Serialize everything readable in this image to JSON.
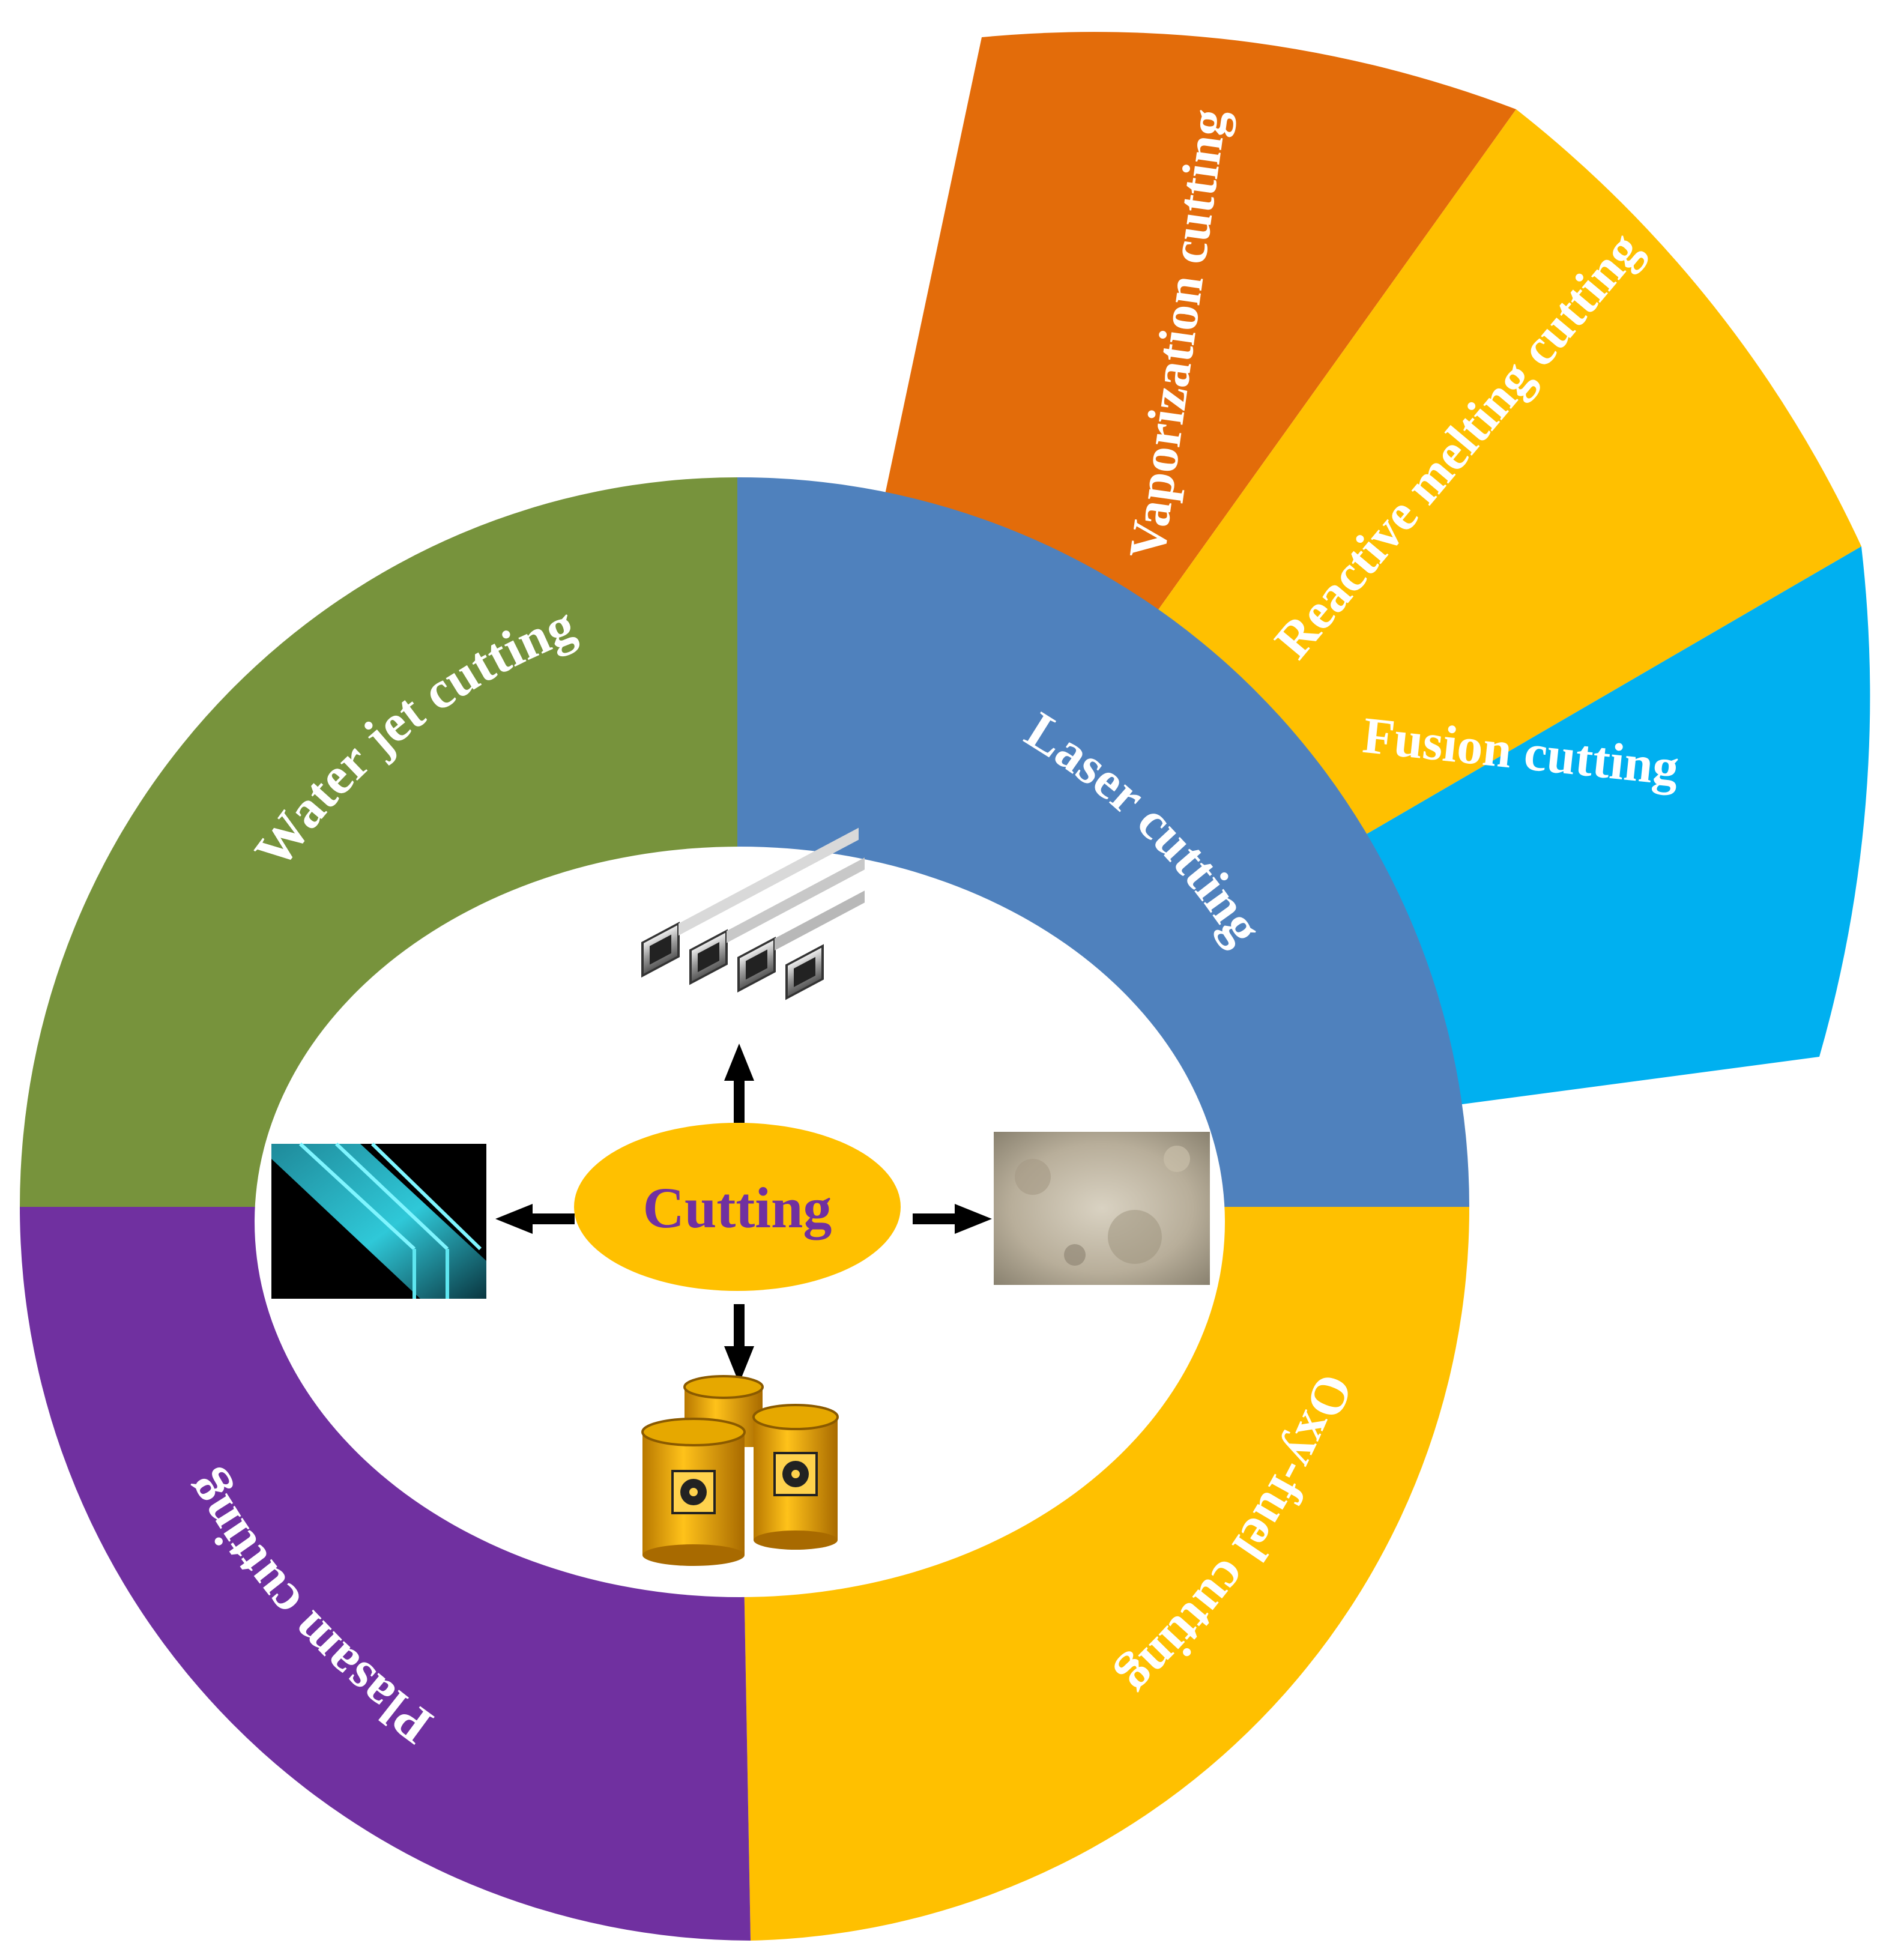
{
  "center": {
    "label": "Cutting",
    "fill": "#FFC000",
    "text_color": "#7030A0"
  },
  "ring": [
    {
      "key": "laser",
      "label": "Laser cutting",
      "color": "#4F81BD"
    },
    {
      "key": "oxyfuel",
      "label": "Oxy-fuel cutting",
      "color": "#FFC000"
    },
    {
      "key": "plasma",
      "label": "Plasam cutting",
      "color": "#7030A0"
    },
    {
      "key": "waterjet",
      "label": "Water jet cutting",
      "color": "#77933C"
    }
  ],
  "fan": [
    {
      "key": "vaporization",
      "label": "Vaporization cutting",
      "color": "#E36C0A"
    },
    {
      "key": "reactive_melting",
      "label": "Reactive melting cutting",
      "color": "#FFC000"
    },
    {
      "key": "fusion",
      "label": "Fusion cutting",
      "color": "#00B0F0"
    }
  ],
  "materials": [
    {
      "key": "metal_tubes",
      "icon": "metal-tubes-icon"
    },
    {
      "key": "concrete",
      "icon": "concrete-slab-icon"
    },
    {
      "key": "waste_drums",
      "icon": "radioactive-drums-icon"
    },
    {
      "key": "glass",
      "icon": "glass-sheets-icon"
    }
  ],
  "label_color": "#FFFFFF",
  "arrow_color": "#000000"
}
